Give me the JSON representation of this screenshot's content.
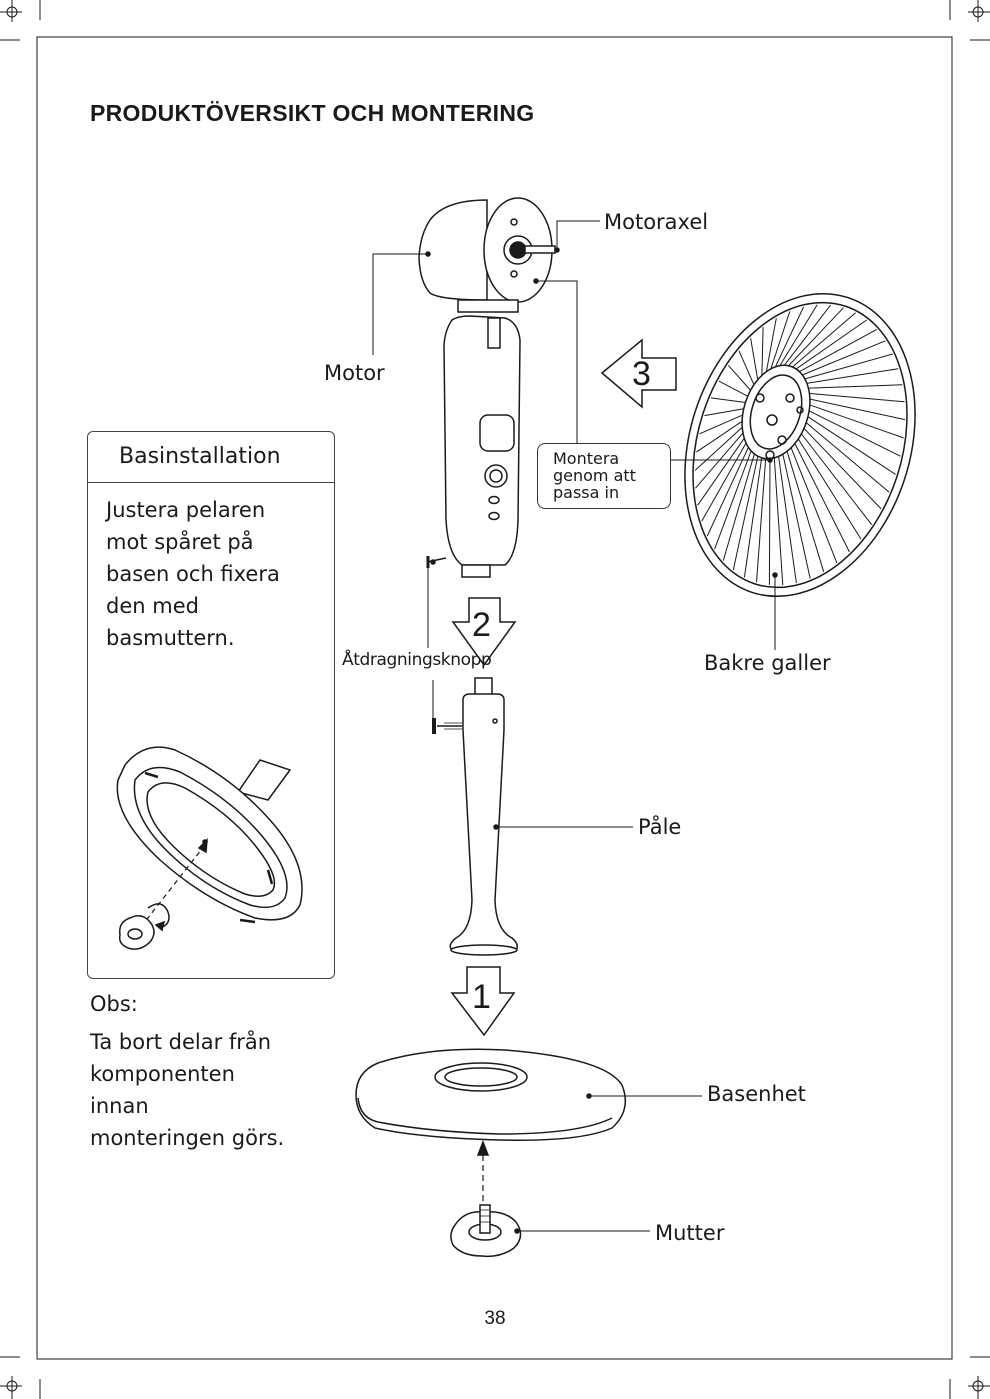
{
  "page": {
    "title": "PRODUKTÖVERSIKT OCH MONTERING",
    "page_number": "38"
  },
  "labels": {
    "motor_shaft": "Motoraxel",
    "motor": "Motor",
    "tightening_knob": "Åtdragningsknopp",
    "rear_grille": "Bakre galler",
    "pole": "Påle",
    "base_unit": "Basenhet",
    "nut": "Mutter"
  },
  "callout": {
    "lines": [
      "Montera",
      "genom att",
      "passa in"
    ]
  },
  "steps": [
    "3",
    "2",
    "1"
  ],
  "base_installation": {
    "heading": "Basinstallation",
    "lines": [
      "Justera pelaren",
      "mot spåret på",
      "basen och fixera",
      "den med",
      "basmuttern."
    ]
  },
  "note": {
    "heading": "Obs:",
    "lines": [
      "Ta bort delar från",
      "komponenten",
      "innan",
      "monteringen görs."
    ]
  }
}
